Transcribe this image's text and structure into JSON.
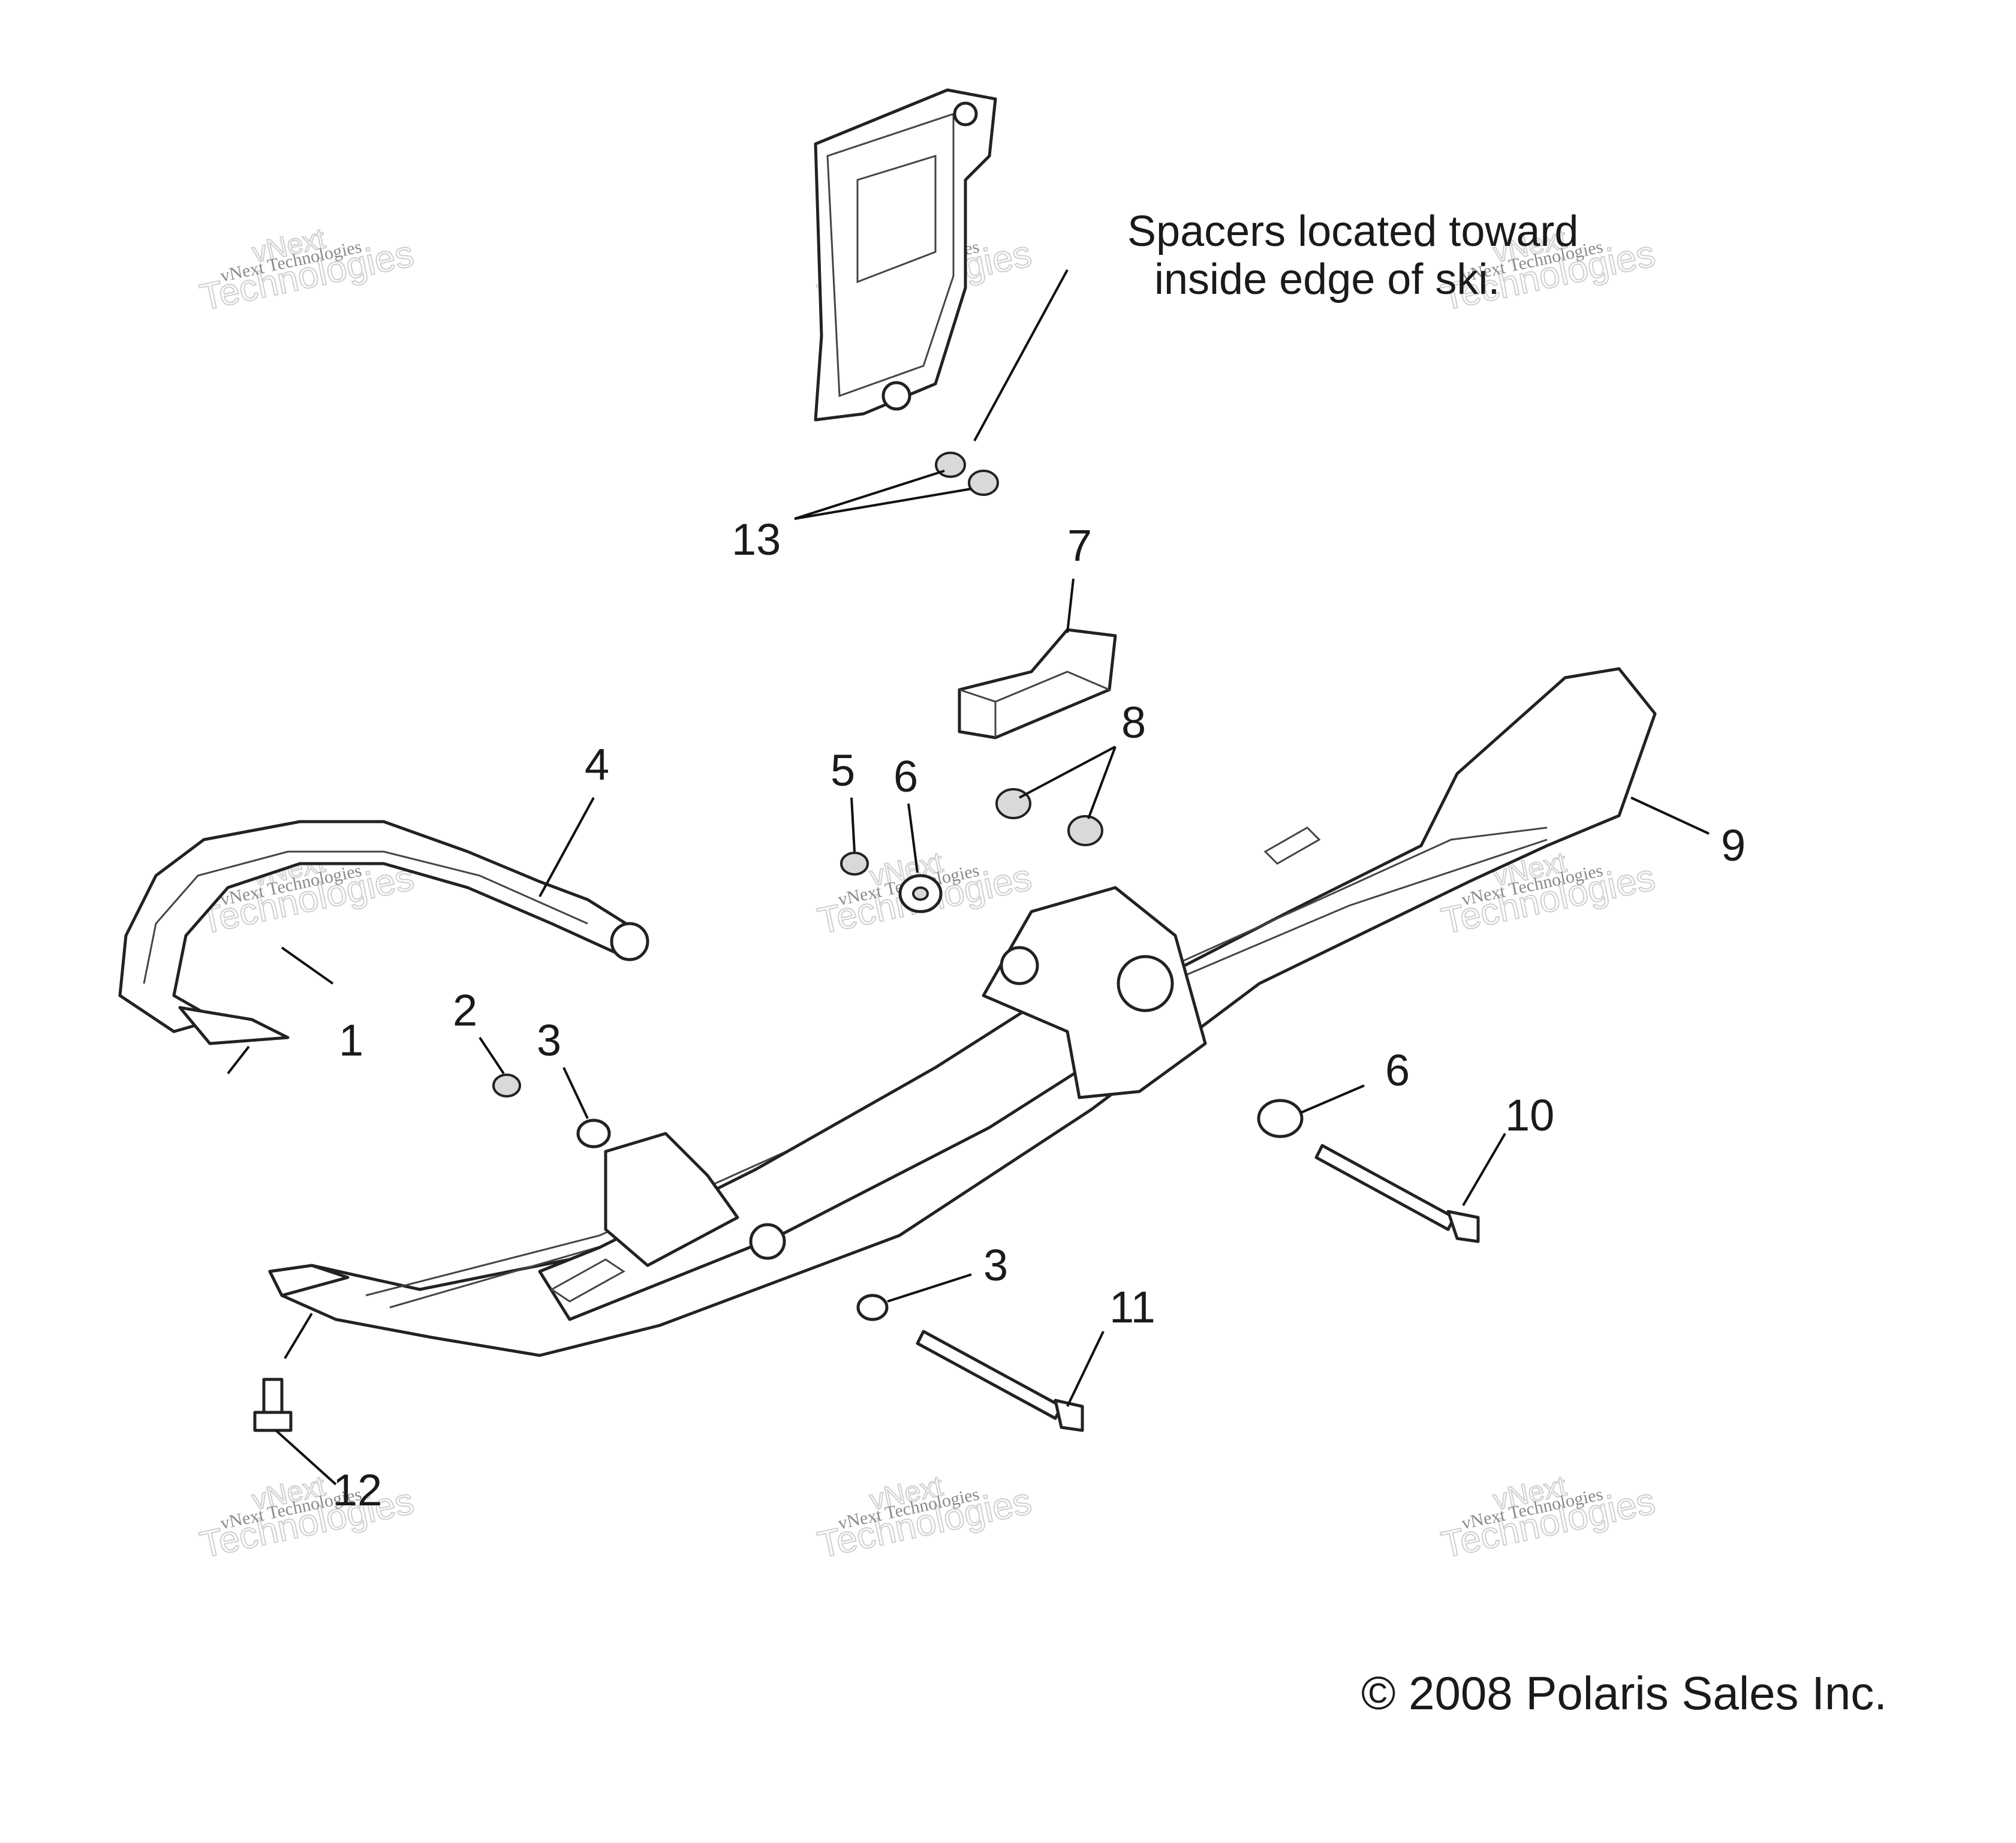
{
  "note": {
    "line1": "Spacers located toward",
    "line2": "inside edge of ski."
  },
  "callouts": {
    "c1": "1",
    "c2": "2",
    "c3a": "3",
    "c3b": "3",
    "c4": "4",
    "c5": "5",
    "c6a": "6",
    "c6b": "6",
    "c7": "7",
    "c8": "8",
    "c9": "9",
    "c10": "10",
    "c11": "11",
    "c12": "12",
    "c13": "13"
  },
  "copyright": "© 2008 Polaris Sales Inc.",
  "watermark": {
    "line1": "vNext Technologies",
    "line2": "vNext",
    "line3": "Technologies"
  }
}
